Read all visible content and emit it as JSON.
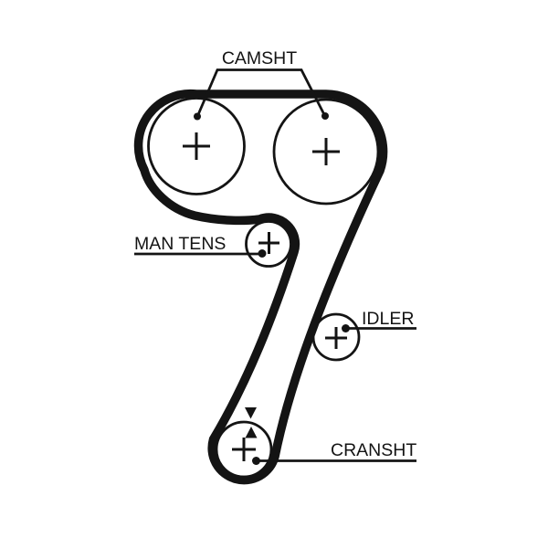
{
  "colors": {
    "ink": "#141414",
    "paper": "#ffffff"
  },
  "diagram": {
    "type": "timing-belt-routing-diagram",
    "labels": {
      "camshaft": "CAMSHT",
      "manual_tensioner": "MAN TENS",
      "idler": "IDLER",
      "crankshaft": "CRANSHT"
    },
    "components": [
      "timing-belt",
      "camshaft-pulley-left",
      "camshaft-pulley-right",
      "manual-tensioner-pulley",
      "idler-pulley",
      "crankshaft-pulley",
      "crankshaft-alignment-marks"
    ]
  }
}
